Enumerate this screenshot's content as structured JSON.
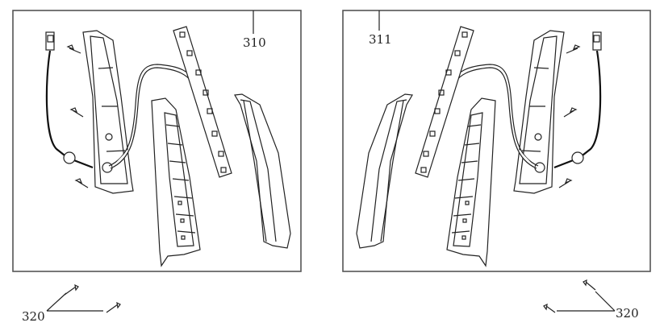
{
  "figure": {
    "labels": {
      "left_assembly": "310",
      "right_assembly": "311",
      "screws_left": "320",
      "screws_right": "320"
    }
  }
}
